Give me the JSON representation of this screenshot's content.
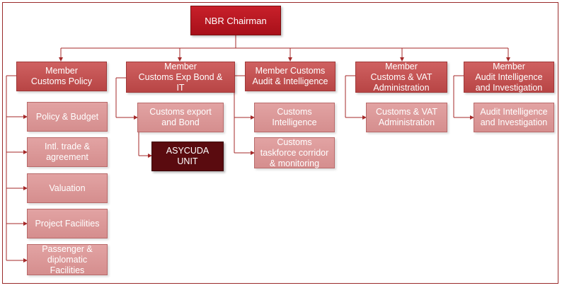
{
  "chairman": "NBR Chairman",
  "members": [
    {
      "label": "Member\nCustoms Policy"
    },
    {
      "label": "Member\nCustoms Exp Bond &\nIT"
    },
    {
      "label": "Member Customs\nAudit & Intelligence"
    },
    {
      "label": "Member\nCustoms & VAT\nAdministration"
    },
    {
      "label": "Member\nAudit Intelligence\nand Investigation"
    }
  ],
  "policy_units": [
    "Policy & Budget",
    "Intl. trade &\nagreement",
    "Valuation",
    "Project Facilities",
    "Passenger &\ndiplomatic\nFacilities"
  ],
  "exp_bond_units": [
    "Customs export\nand Bond"
  ],
  "asycuda_unit": "ASYCUDA\nUNIT",
  "audit_units": [
    "Customs\nIntelligence",
    "Customs\ntaskforce corridor\n& monitoring"
  ],
  "vat_units": [
    "Customs & VAT\nAdministration"
  ],
  "investigation_units": [
    "Audit Intelligence\nand Investigation"
  ],
  "colors": {
    "line": "#a52a2a",
    "chairman": "#b5151f",
    "member": "#c35454",
    "sub": "#dc9a9a",
    "unit": "#5a0b0f"
  }
}
